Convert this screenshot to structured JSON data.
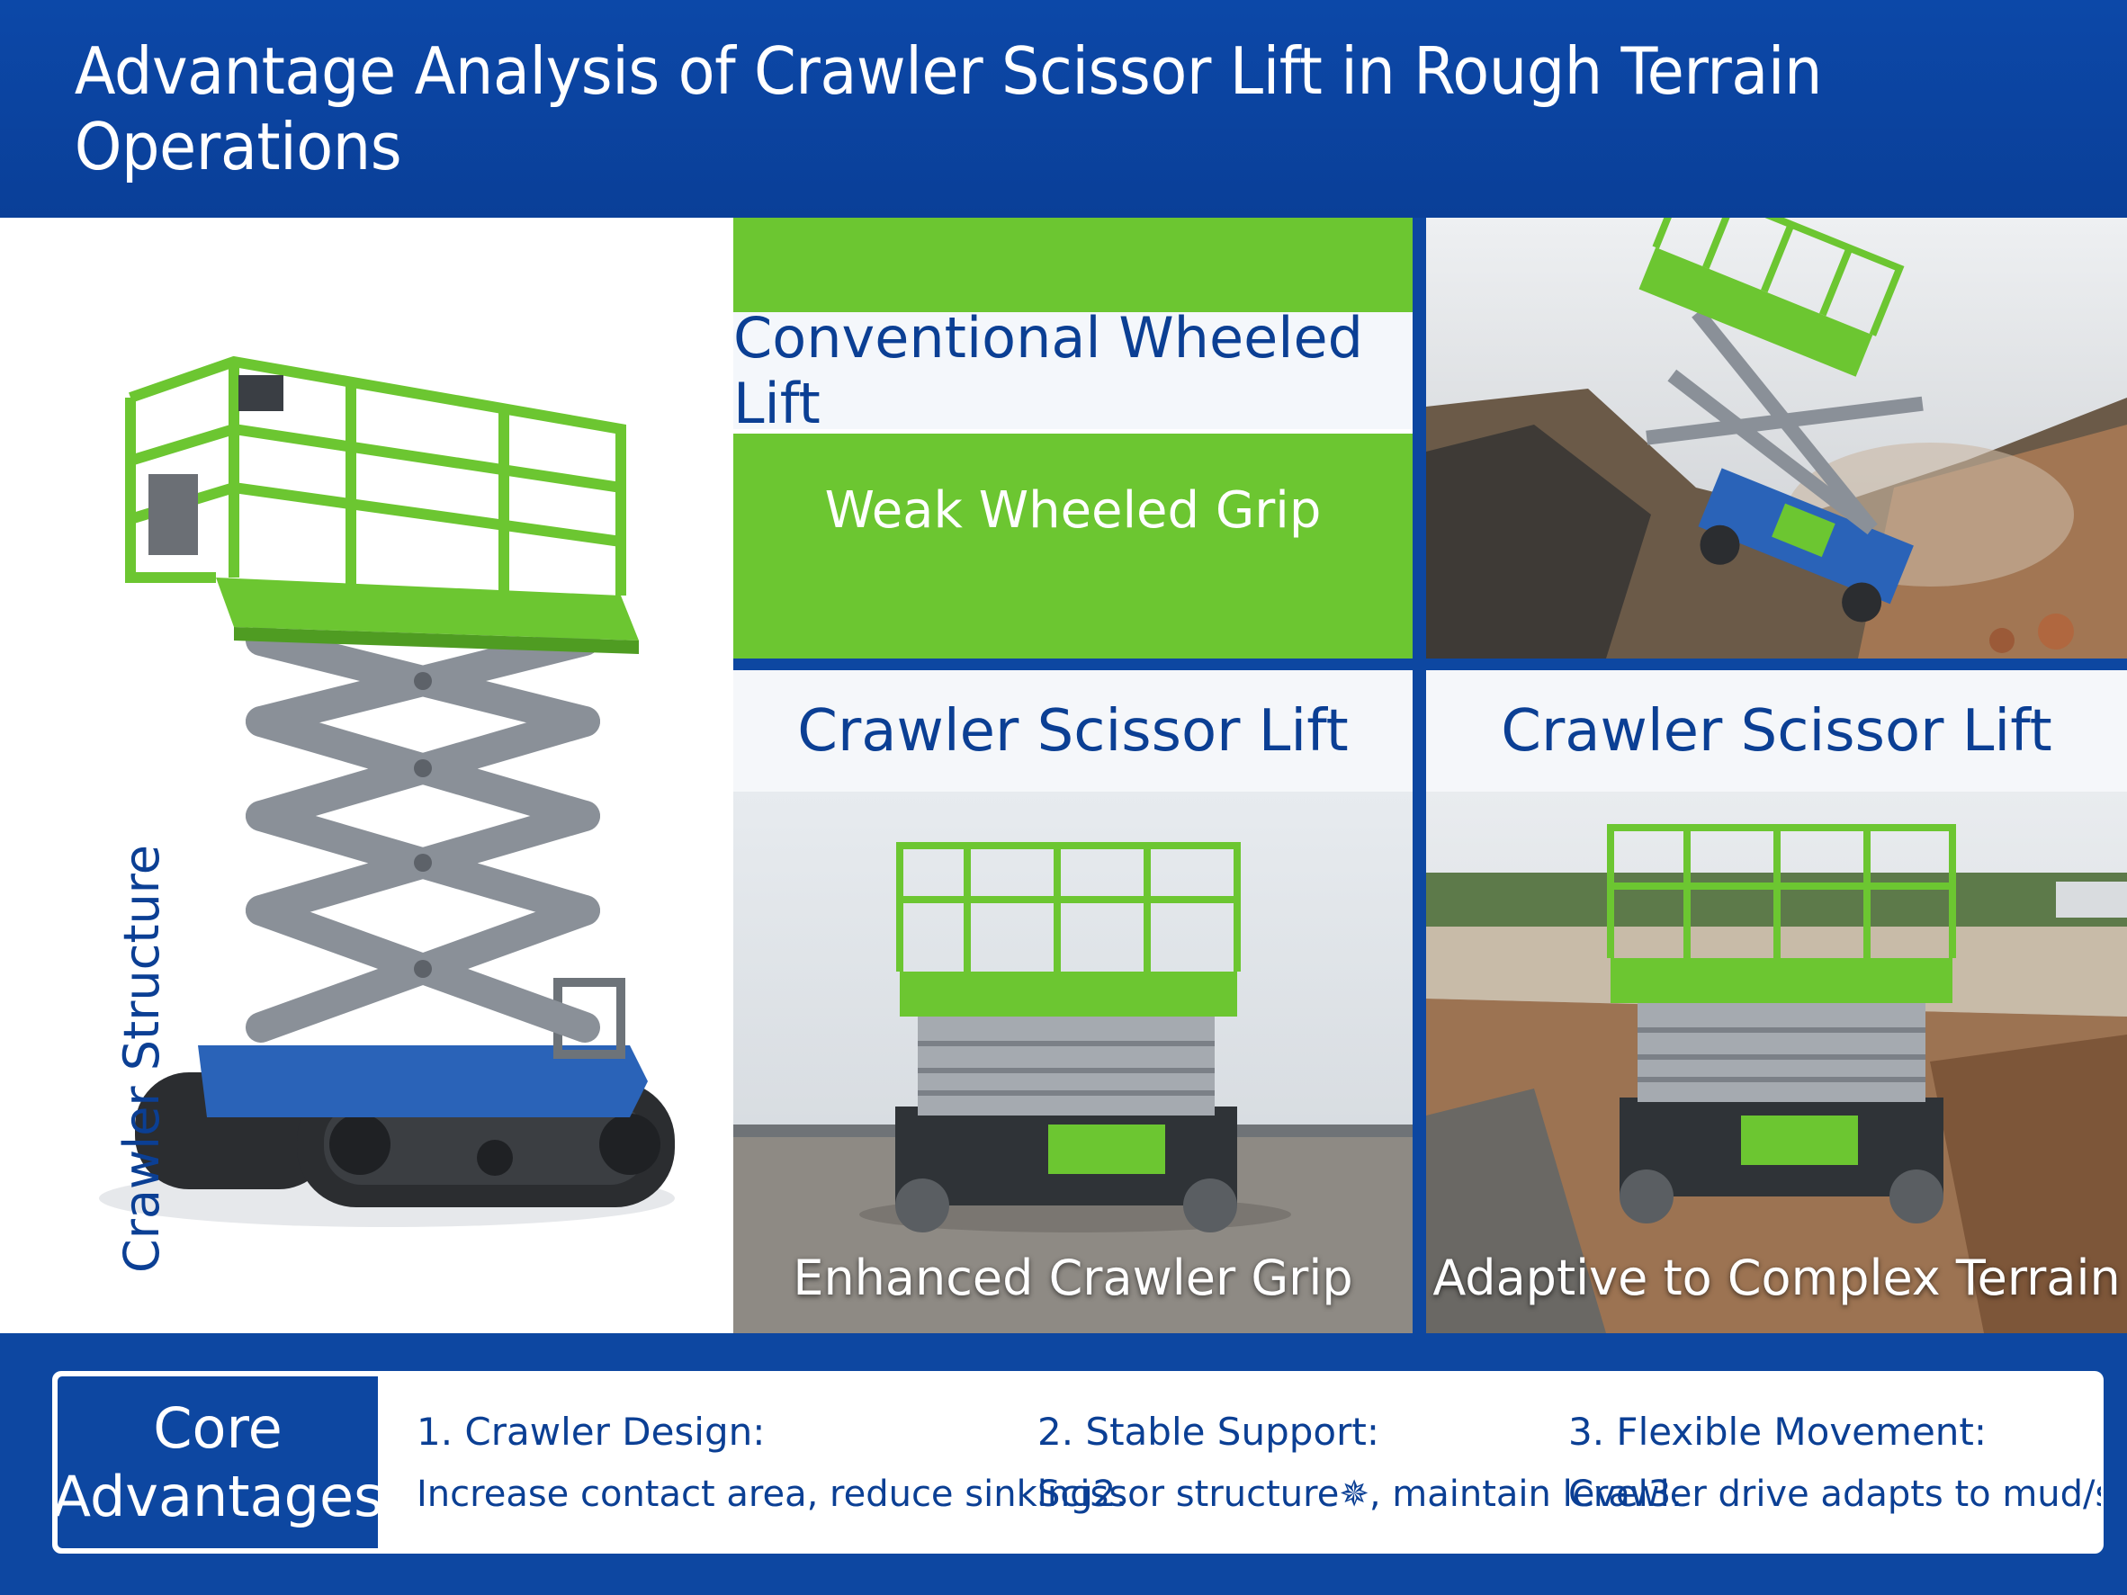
{
  "header": {
    "title": "Advantage Analysis of Crawler Scissor Lift in Rough Terrain Operations"
  },
  "left_panel": {
    "label": "Crawler Structure"
  },
  "conventional": {
    "title": "Conventional Wheeled Lift",
    "caption": "Weak Wheeled Grip"
  },
  "crawler_a": {
    "title": "Crawler Scissor Lift",
    "caption": "Enhanced Crawler Grip"
  },
  "crawler_b": {
    "title": "Crawler Scissor Lift",
    "caption": "Adaptive to Complex Terrain"
  },
  "footer": {
    "label_line1": "Core",
    "label_line2": "Advantages",
    "items": [
      {
        "title": "1. Crawler Design:",
        "desc": "Increase contact area, reduce sinking2."
      },
      {
        "title": "2. Stable Support:",
        "desc": "Scissor structure✵, maintain level3."
      },
      {
        "title": "3. Flexible Movement:",
        "desc": "Crawler drive adapts to mud/slones"
      }
    ]
  },
  "colors": {
    "brand_blue": "#0d47a1",
    "lift_green": "#6cc631",
    "track_blue": "#2a63b8"
  }
}
